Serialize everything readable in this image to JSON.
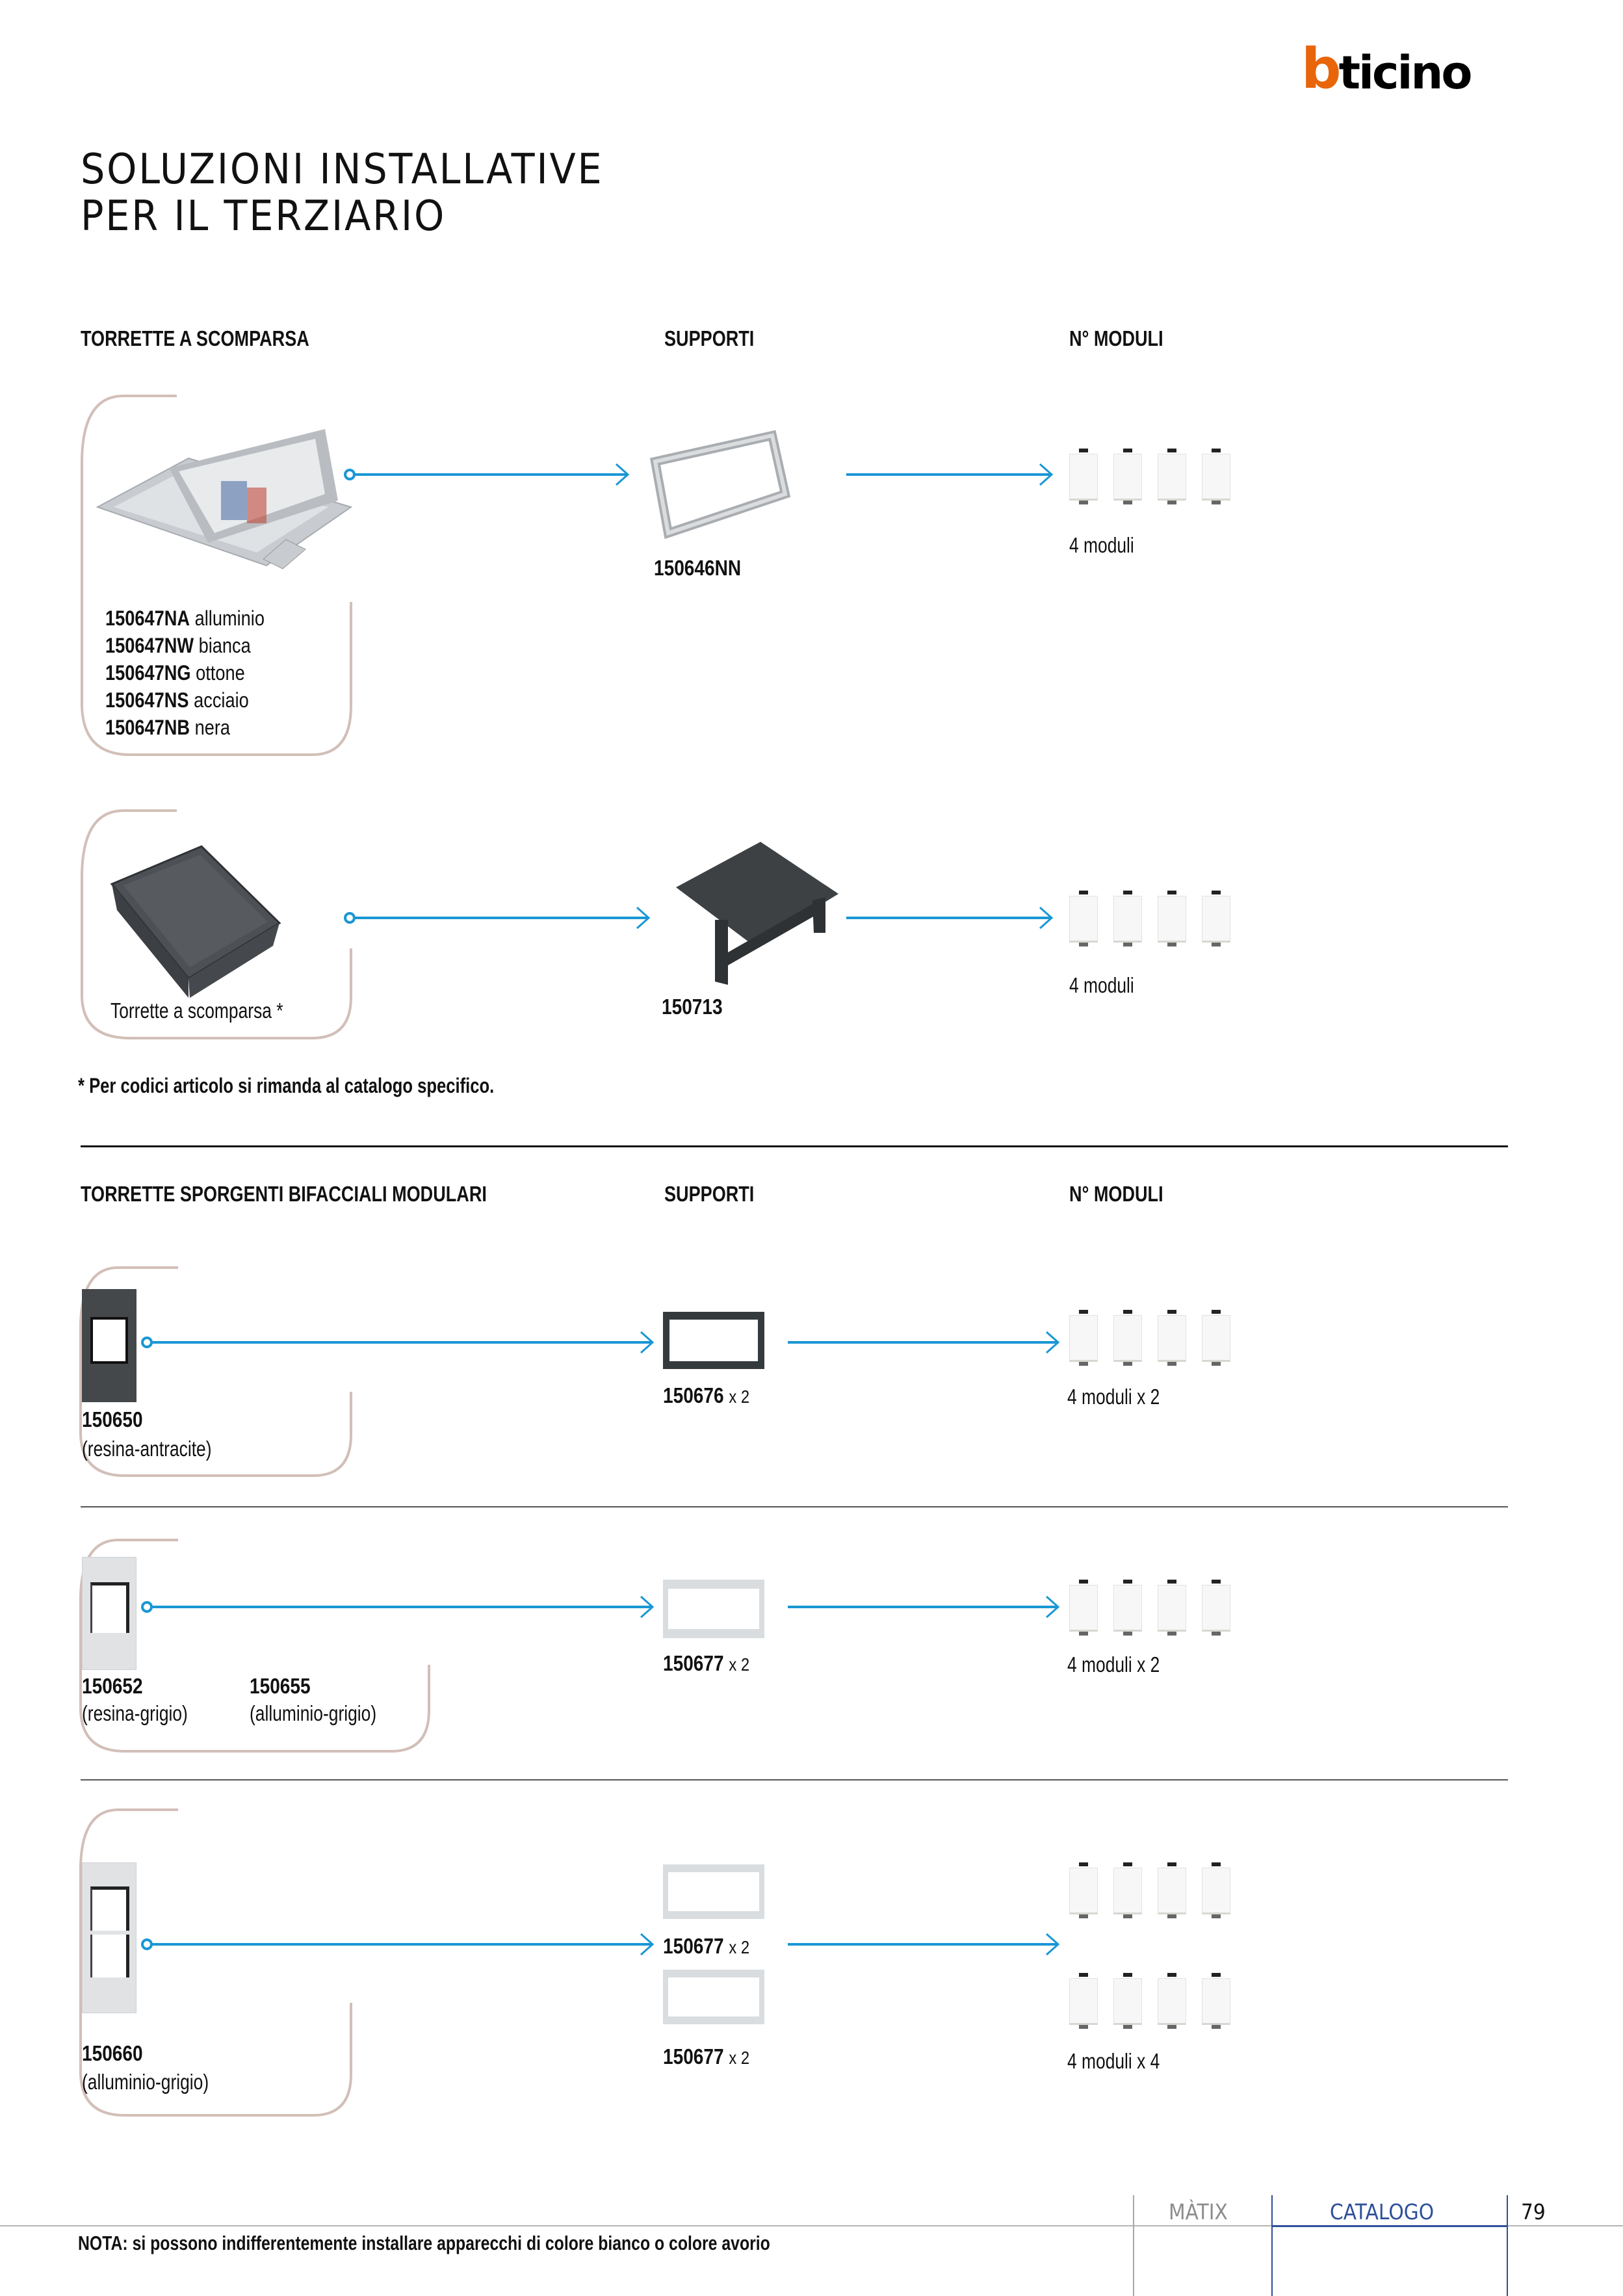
{
  "brand": {
    "logo_first": "b",
    "logo_rest": "ticino",
    "orange": "#e8650a"
  },
  "page": {
    "title_line1": "SOLUZIONI INSTALLATIVE",
    "title_line2": "PER IL TERZIARIO"
  },
  "colors": {
    "arrow": "#1a97d4",
    "bracket": "#d2bfb8",
    "footer_blue": "#2e4f9a",
    "footer_grey": "#8c8c8c"
  },
  "section1": {
    "headers": {
      "col1": "TORRETTE A SCOMPARSA",
      "col2": "SUPPORTI",
      "col3": "N° MODULI"
    },
    "rows": [
      {
        "product_image": "pop-up-floor-box-aluminium",
        "codes": [
          {
            "code": "150647NA",
            "desc": "alluminio"
          },
          {
            "code": "150647NW",
            "desc": "bianca"
          },
          {
            "code": "150647NG",
            "desc": "ottone"
          },
          {
            "code": "150647NS",
            "desc": "acciaio"
          },
          {
            "code": "150647NB",
            "desc": "nera"
          }
        ],
        "support_code": "150646NN",
        "modules_label": "4 moduli",
        "modules_count": 4
      },
      {
        "product_image": "floor-box-dark",
        "label": "Torrette a scomparsa *",
        "support_code": "150713",
        "modules_label": "4 moduli",
        "modules_count": 4
      }
    ],
    "footnote": "* Per codici articolo si rimanda al catalogo specifico."
  },
  "section2": {
    "headers": {
      "col1": "TORRETTE SPORGENTI BIFACCIALI MODULARI",
      "col2": "SUPPORTI",
      "col3": "N° MODULI"
    },
    "rows": [
      {
        "products": [
          {
            "code": "150650",
            "desc": "(resina-antracite)"
          }
        ],
        "supports": [
          {
            "code": "150676",
            "qty": "x 2"
          }
        ],
        "modules_label": "4 moduli x 2",
        "modules_count": 4
      },
      {
        "products": [
          {
            "code": "150652",
            "desc": "(resina-grigio)"
          },
          {
            "code": "150655",
            "desc": "(alluminio-grigio)"
          }
        ],
        "supports": [
          {
            "code": "150677",
            "qty": "x 2"
          }
        ],
        "modules_label": "4 moduli x 2",
        "modules_count": 4
      },
      {
        "products": [
          {
            "code": "150660",
            "desc": "(alluminio-grigio)"
          }
        ],
        "supports": [
          {
            "code": "150677",
            "qty": "x 2"
          },
          {
            "code": "150677",
            "qty": "x 2"
          }
        ],
        "modules_label": "4 moduli x 4",
        "modules_count": 8
      }
    ]
  },
  "footer": {
    "note": "NOTA: si possono indifferentemente installare apparecchi di colore bianco o colore avorio",
    "series": "MÀTIX",
    "section": "CATALOGO",
    "page_number": "79"
  }
}
